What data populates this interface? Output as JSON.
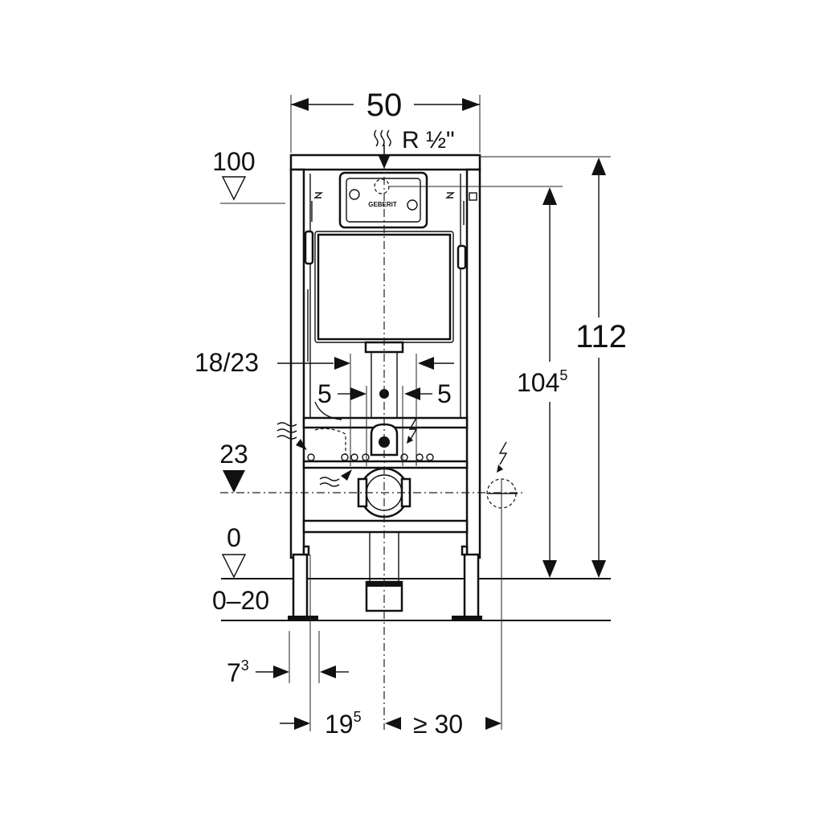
{
  "dimensions": {
    "width_total": "50",
    "supply_connection": "R ½\"",
    "level_top": "100",
    "height_total": "112",
    "height_actuation_main": "104",
    "height_actuation_sup": "5",
    "waste_spacing": "18/23",
    "offset_left": "5",
    "offset_right": "5",
    "level_waste": "23",
    "level_floor": "0",
    "floor_range": "0–20",
    "foot_offset_main": "7",
    "foot_offset_sup": "3",
    "frame_to_axis_main": "19",
    "frame_to_axis_sup": "5",
    "axis_to_power": "≥ 30"
  },
  "brand": {
    "logo_text": "GEBERIT"
  }
}
